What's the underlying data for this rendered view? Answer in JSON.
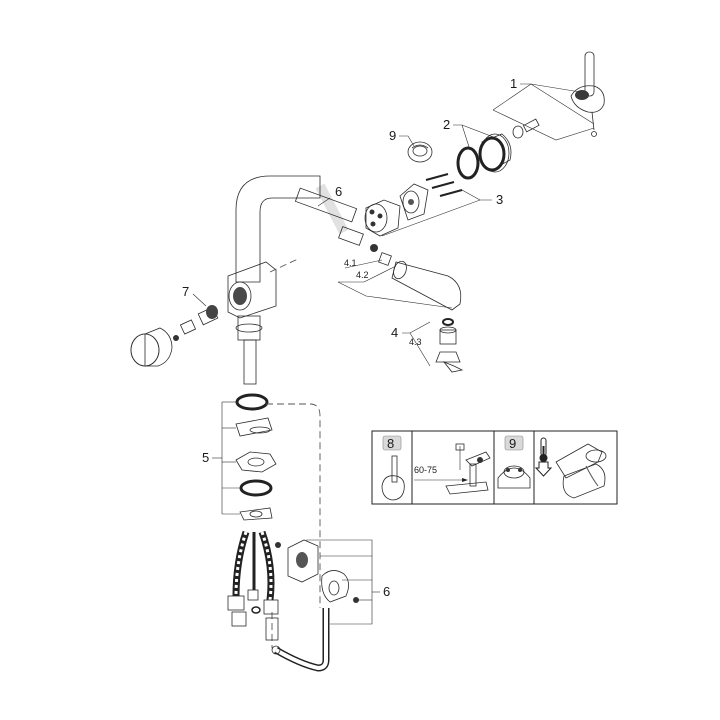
{
  "callouts": {
    "c1": "1",
    "c2": "2",
    "c3": "3",
    "c4": "4",
    "c4_1": "4.1",
    "c4_2": "4.2",
    "c4_3": "4.3",
    "c5": "5",
    "c6_top": "6",
    "c6_bottom": "6",
    "c7": "7",
    "c9": "9"
  },
  "spare_parts_box": {
    "cell1_number": "8",
    "cell2_dimension": "60-75",
    "cell3_number": "9"
  },
  "colors": {
    "line": "#2b2b2b",
    "metal_light": "#e4e4e4",
    "metal_mid": "#bdbdbd",
    "metal_dark": "#6f6f6f",
    "dashed": "#555555"
  }
}
